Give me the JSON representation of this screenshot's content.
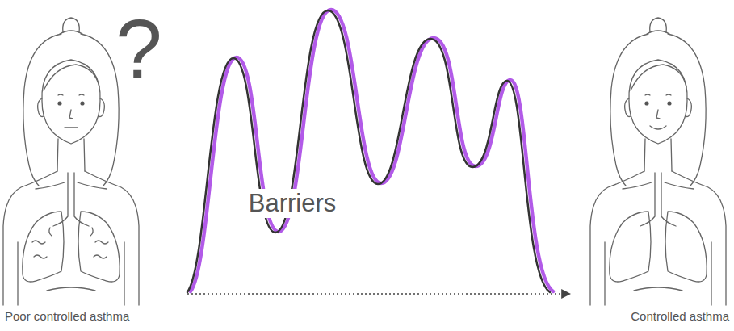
{
  "diagram": {
    "labels": [
      "?",
      "Barriers",
      "Poor controlled asthma",
      "Controlled asthma"
    ]
  }
}
